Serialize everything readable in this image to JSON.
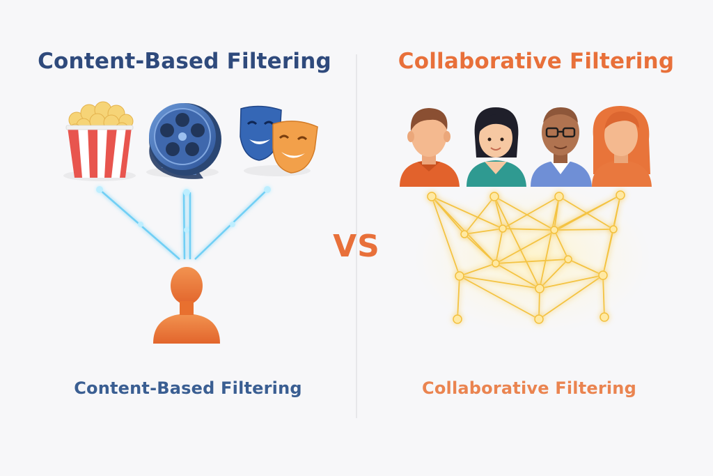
{
  "left_panel": {
    "title": "Content-Based Filtering",
    "caption": "Content-Based Filtering",
    "items": [
      {
        "icon": "popcorn-icon"
      },
      {
        "icon": "film-reel-icon"
      },
      {
        "icon": "theater-masks-icon"
      }
    ],
    "user_icon": "user-silhouette-icon"
  },
  "divider_label": "VS",
  "right_panel": {
    "title": "Collaborative Filtering",
    "caption": "Collaborative Filtering",
    "users": [
      {
        "icon": "user-avatar-man-icon"
      },
      {
        "icon": "user-avatar-woman-dark-hair-icon"
      },
      {
        "icon": "user-avatar-man-glasses-icon"
      },
      {
        "icon": "user-avatar-woman-red-hair-icon"
      }
    ],
    "network_icon": "network-graph-icon"
  },
  "colors": {
    "left_accent": "#2f4a7c",
    "left_caption": "#3a5e92",
    "right_accent": "#e8703a",
    "right_caption": "#ea8450",
    "link_blue": "#58c6f0",
    "link_gold": "#f4c342",
    "divider": "#e2e2e6",
    "user_orange": "#ec7a39"
  }
}
